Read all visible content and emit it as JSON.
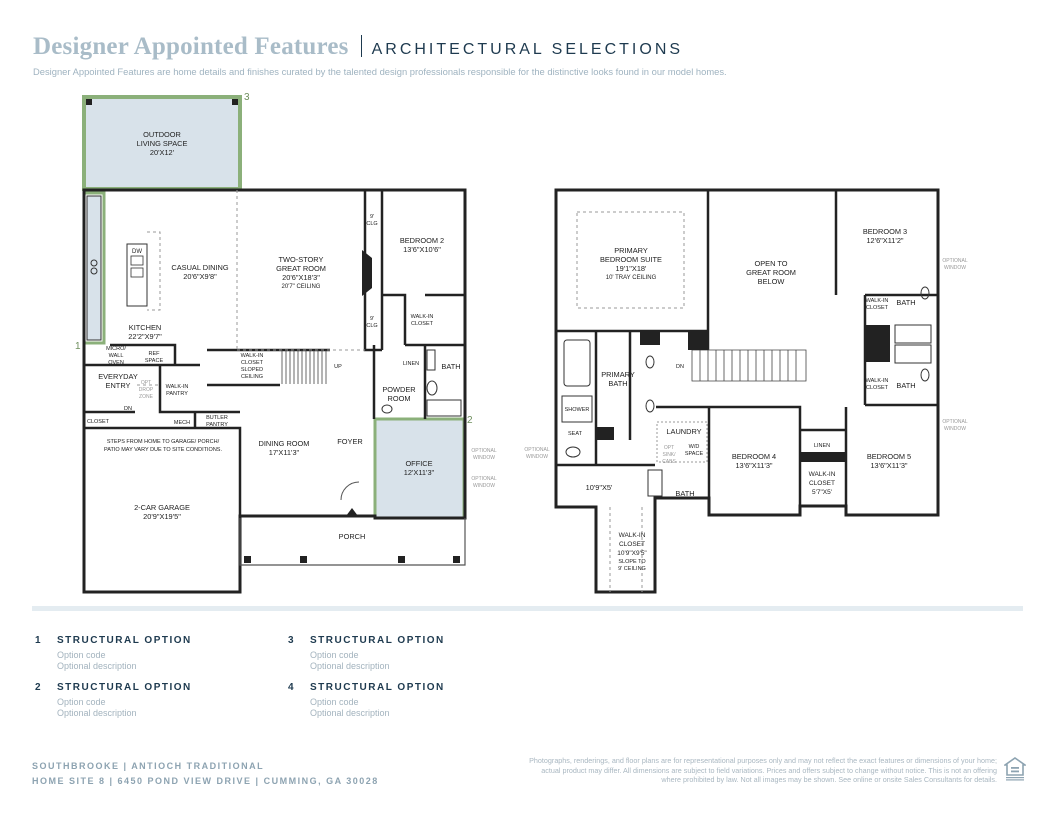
{
  "header": {
    "title": "Designer Appointed Features",
    "subtitle_caps": "ARCHITECTURAL SELECTIONS",
    "description": "Designer Appointed Features are home details and finishes curated by the talented design professionals responsible for the distinctive looks found in our model homes."
  },
  "colors": {
    "accent_blue": "#1e3a4f",
    "title_blue": "#a9bcc8",
    "option_green": "#8bb07a",
    "highlight_fill": "#d8e2ea"
  },
  "floor1": {
    "markers": [
      "1",
      "2",
      "3"
    ],
    "rooms": {
      "outdoor": [
        "OUTDOOR",
        "LIVING SPACE",
        "20'X12'"
      ],
      "casual_dining": [
        "CASUAL DINING",
        "20'6\"X9'8\""
      ],
      "great_room": [
        "TWO-STORY",
        "GREAT ROOM",
        "20'6\"X18'3\"",
        "20'7\" CEILING"
      ],
      "bedroom2": [
        "BEDROOM 2",
        "13'6\"X10'6\""
      ],
      "kitchen": [
        "KITCHEN",
        "22'2\"X9'7\""
      ],
      "dw": "DW",
      "ref": [
        "REF",
        "SPACE"
      ],
      "micro": [
        "MICRO/",
        "WALL",
        "OVEN"
      ],
      "everyday": [
        "EVERYDAY",
        "ENTRY"
      ],
      "opt_drop": [
        "OPT",
        "DROP",
        "ZONE"
      ],
      "walkin_pantry": [
        "WALK-IN",
        "PANTRY"
      ],
      "closet": "CLOSET",
      "dn": "DN",
      "mech": "MECH",
      "butler": [
        "BUTLER",
        "PANTRY"
      ],
      "walkin_sloped": [
        "WALK-IN",
        "CLOSET",
        "SLOPED",
        "CEILING"
      ],
      "up": "UP",
      "clg": [
        "9'",
        "CLG"
      ],
      "walkin_closet": [
        "WALK-IN",
        "CLOSET"
      ],
      "linen": "LINEN",
      "bath": "BATH",
      "powder": [
        "POWDER",
        "ROOM"
      ],
      "steps_note": [
        "STEPS FROM HOME TO GARAGE/ PORCH/",
        "PATIO MAY VARY DUE TO SITE CONDITIONS."
      ],
      "dining": [
        "DINING ROOM",
        "17'X11'3\""
      ],
      "foyer": "FOYER",
      "office": [
        "OFFICE",
        "12'X11'3\""
      ],
      "optional_window": [
        "OPTIONAL",
        "WINDOW"
      ],
      "garage": [
        "2-CAR GARAGE",
        "20'9\"X19'5\""
      ],
      "porch": "PORCH"
    }
  },
  "floor2": {
    "rooms": {
      "primary_suite": [
        "PRIMARY",
        "BEDROOM SUITE",
        "19'1\"X18'",
        "10' TRAY CEILING"
      ],
      "open_to": [
        "OPEN TO",
        "GREAT ROOM",
        "BELOW"
      ],
      "bedroom3": [
        "BEDROOM 3",
        "12'6\"X11'2\""
      ],
      "optional_window": [
        "OPTIONAL",
        "WINDOW"
      ],
      "walkin_closet": [
        "WALK-IN",
        "CLOSET"
      ],
      "bath": "BATH",
      "primary_bath": [
        "PRIMARY",
        "BATH"
      ],
      "dn": "DN",
      "shower": "SHOWER",
      "seat": "SEAT",
      "laundry": "LAUNDRY",
      "wd": [
        "W/D",
        "SPACE"
      ],
      "opt_sink": [
        "OPT",
        "SINK/",
        "CABS"
      ],
      "bedroom4": [
        "BEDROOM 4",
        "13'6\"X11'3\""
      ],
      "linen": "LINEN",
      "walkin_small": [
        "WALK-IN",
        "CLOSET",
        "5'7\"X5'"
      ],
      "bedroom5": [
        "BEDROOM 5",
        "13'6\"X11'3\""
      ],
      "hall_dim": "10'9\"X5'",
      "walkin_big": [
        "WALK-IN",
        "CLOSET",
        "10'9\"X9'5\"",
        "SLOPE TO",
        "9' CEILING"
      ]
    }
  },
  "options": [
    {
      "num": "1",
      "heading": "STRUCTURAL OPTION",
      "code": "Option code",
      "description": "Optional description"
    },
    {
      "num": "2",
      "heading": "STRUCTURAL OPTION",
      "code": "Option code",
      "description": "Optional description"
    },
    {
      "num": "3",
      "heading": "STRUCTURAL OPTION",
      "code": "Option code",
      "description": "Optional description"
    },
    {
      "num": "4",
      "heading": "STRUCTURAL OPTION",
      "code": "Option code",
      "description": "Optional description"
    }
  ],
  "footer": {
    "line1": "SOUTHBROOKE  |  ANTIOCH TRADITIONAL",
    "line2": "HOME SITE 8  |  6450 POND VIEW DRIVE  |  CUMMING, GA 30028",
    "disclaimer": "Photographs, renderings, and floor plans are for representational purposes only and may not reflect the exact features or dimensions of your home; actual product may differ. All dimensions are subject to field variations. Prices and offers subject to change without notice. This is not an offering where prohibited by law. Not all images may be shown. See online or onsite Sales Consultants for details.",
    "logo_icon": "equal-housing-opportunity-icon"
  }
}
